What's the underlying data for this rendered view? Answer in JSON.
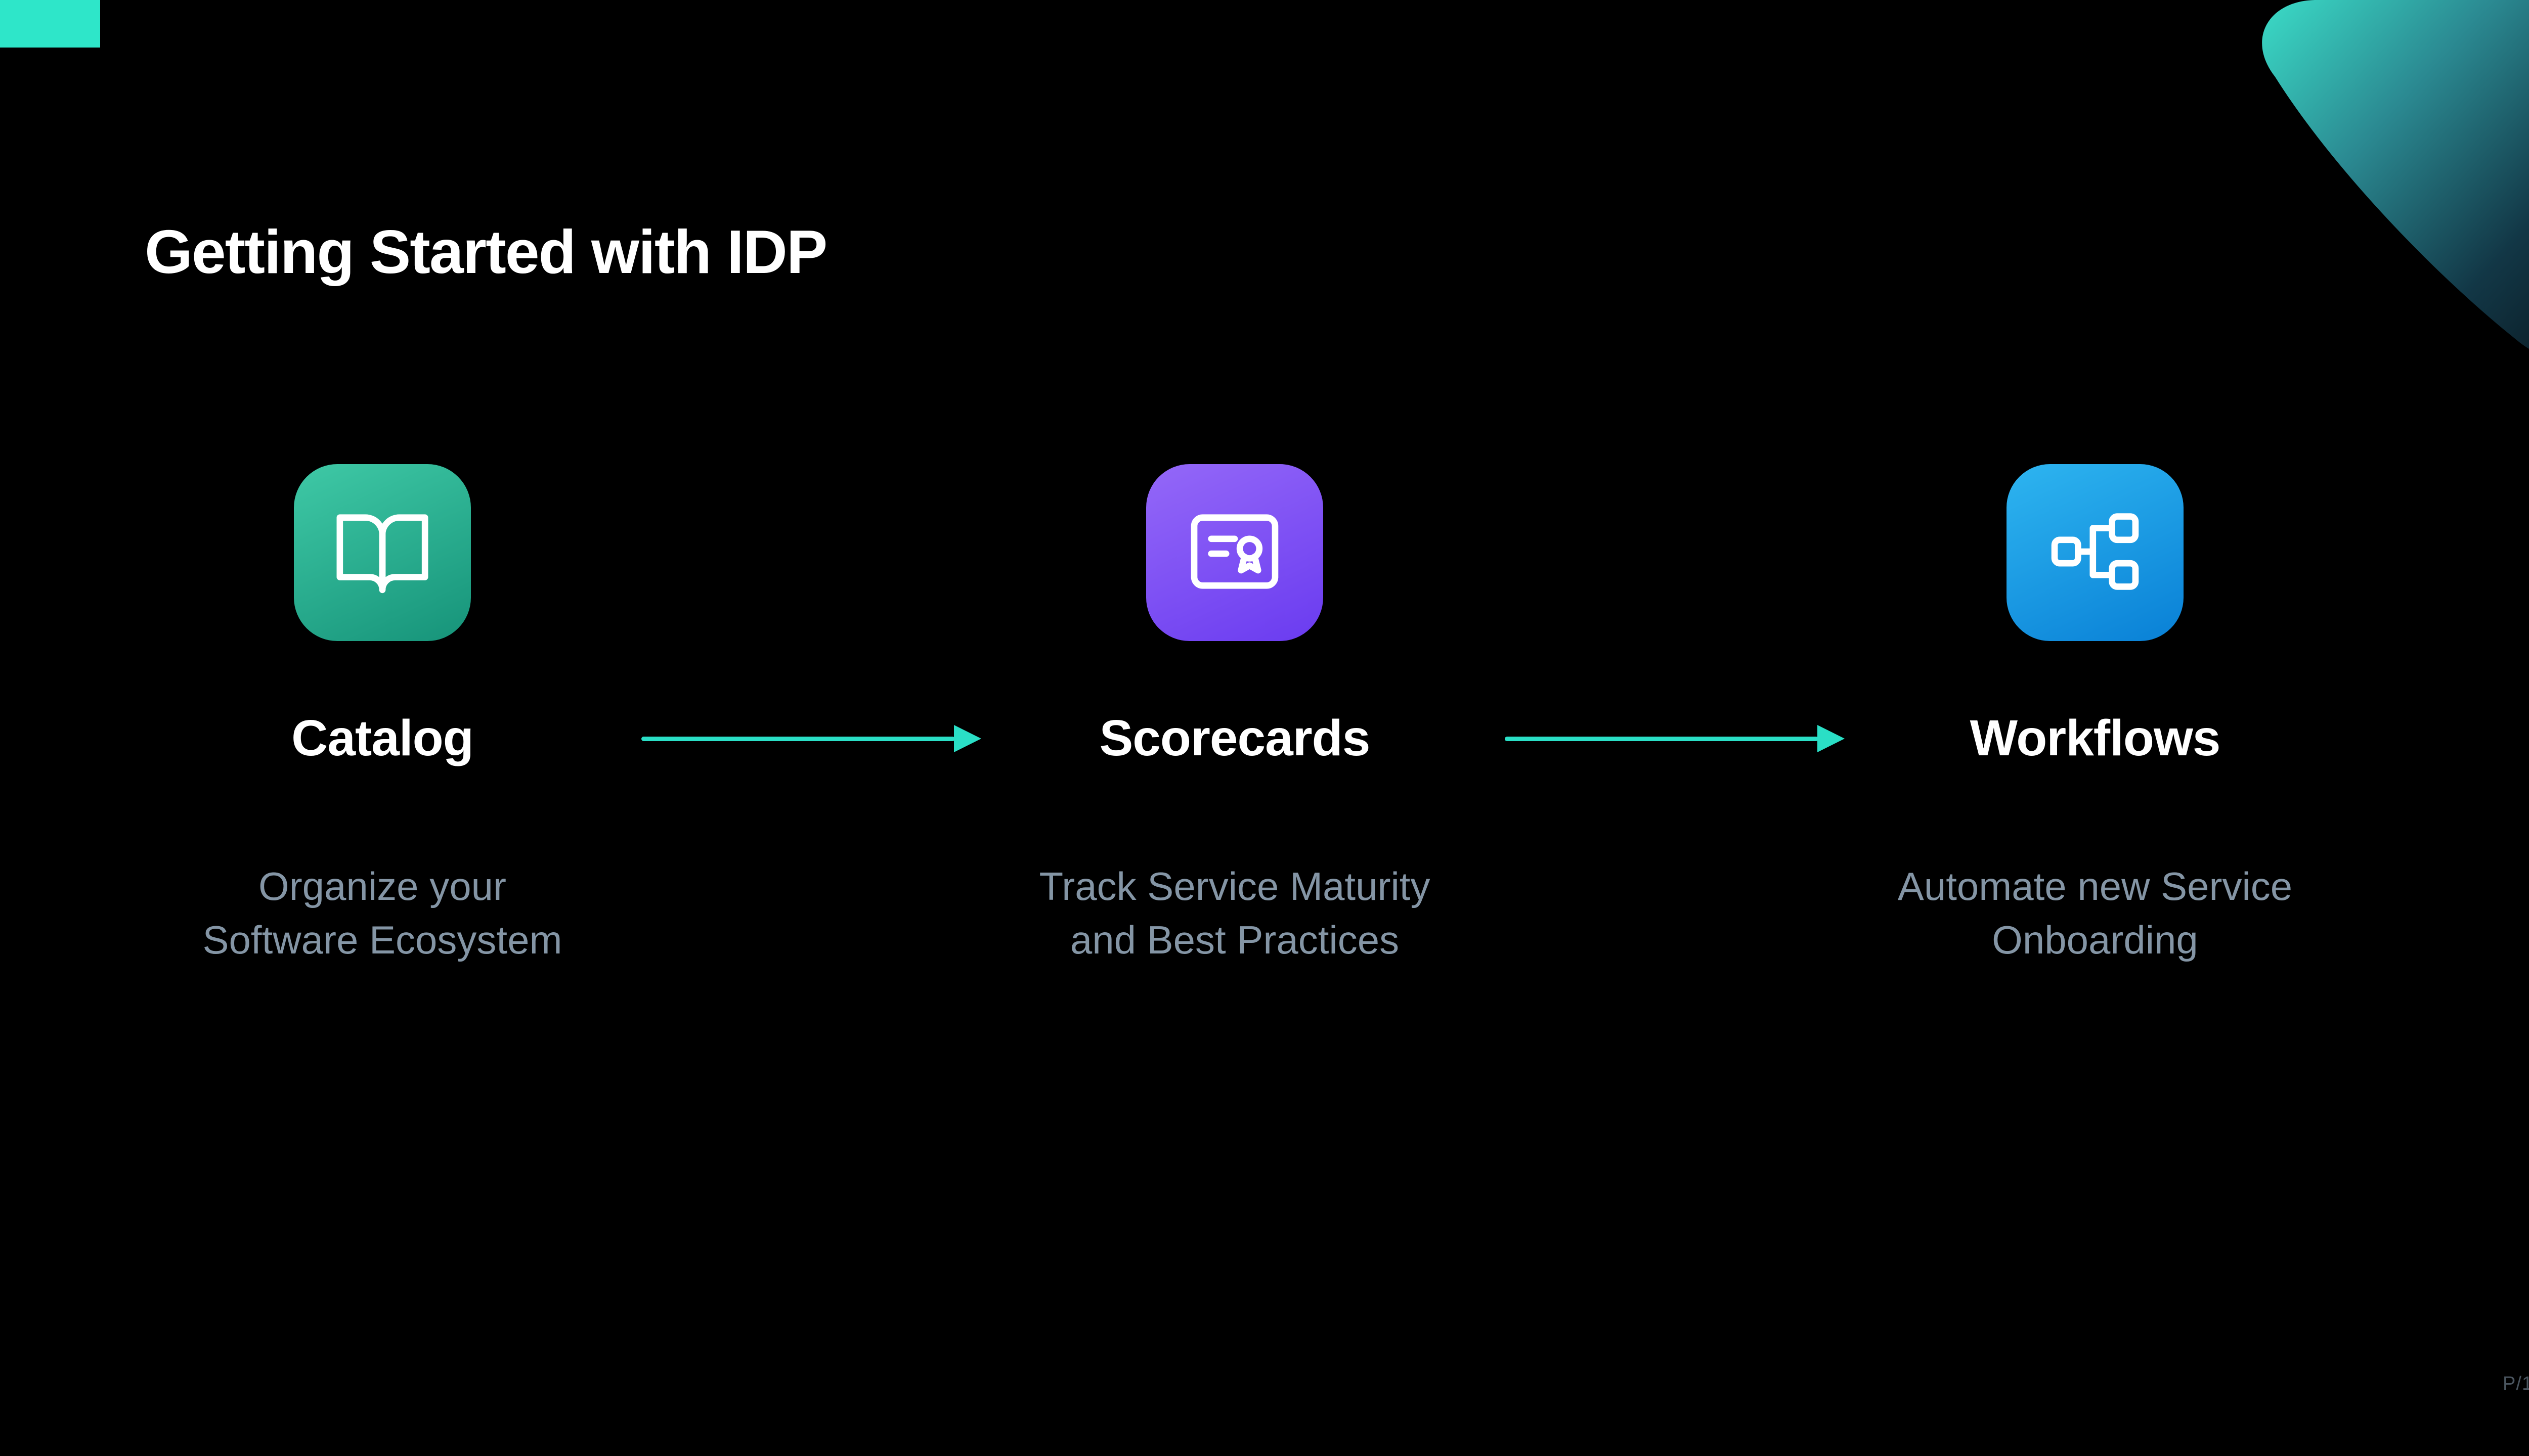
{
  "page": {
    "background_color": "#000000",
    "footer_page_number": "P/1"
  },
  "header": {
    "title": "Getting Started with IDP",
    "accent_color": "#2ee6c9"
  },
  "steps": [
    {
      "label": "Catalog",
      "description": "Organize your\nSoftware Ecosystem",
      "icon": "open-book-icon",
      "tile_gradient": [
        "#3fc9a6",
        "#169379"
      ]
    },
    {
      "label": "Scorecards",
      "description": "Track Service Maturity\nand Best Practices",
      "icon": "certificate-icon",
      "tile_gradient": [
        "#9468f8",
        "#6a3bf0"
      ]
    },
    {
      "label": "Workflows",
      "description": "Automate new Service\nOnboarding",
      "icon": "workflow-icon",
      "tile_gradient": [
        "#2eb5f0",
        "#0980d6"
      ]
    }
  ],
  "arrows": {
    "color": "#2adfc6",
    "count": 2
  },
  "decor": {
    "corner_blob_gradient": [
      "#3bdcc7",
      "#2b8a92",
      "#123746",
      "#0a1820"
    ],
    "corner_dot_color": "#2ee6c9"
  }
}
